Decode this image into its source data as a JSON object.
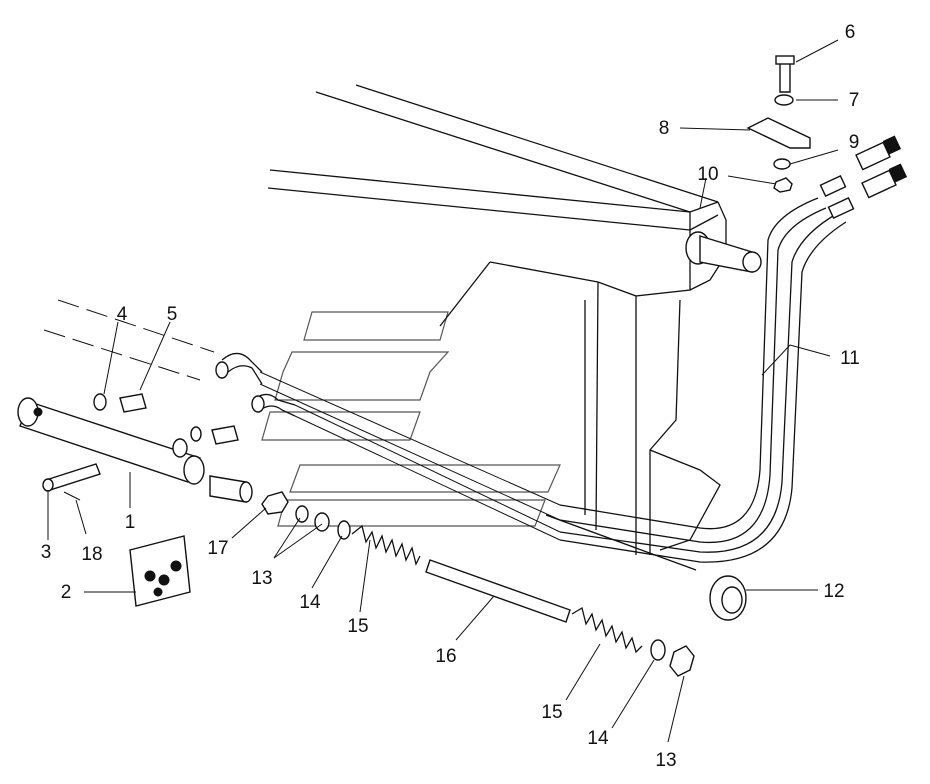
{
  "callouts": [
    {
      "id": "c1",
      "text": "1"
    },
    {
      "id": "c2",
      "text": "2"
    },
    {
      "id": "c3",
      "text": "3"
    },
    {
      "id": "c4",
      "text": "4"
    },
    {
      "id": "c5",
      "text": "5"
    },
    {
      "id": "c6",
      "text": "6"
    },
    {
      "id": "c7",
      "text": "7"
    },
    {
      "id": "c8",
      "text": "8"
    },
    {
      "id": "c9",
      "text": "9"
    },
    {
      "id": "c10",
      "text": "10"
    },
    {
      "id": "c11",
      "text": "11"
    },
    {
      "id": "c12",
      "text": "12"
    },
    {
      "id": "c13a",
      "text": "13"
    },
    {
      "id": "c13b",
      "text": "13"
    },
    {
      "id": "c14a",
      "text": "14"
    },
    {
      "id": "c14b",
      "text": "14"
    },
    {
      "id": "c15a",
      "text": "15"
    },
    {
      "id": "c15b",
      "text": "15"
    },
    {
      "id": "c16",
      "text": "16"
    },
    {
      "id": "c17",
      "text": "17"
    },
    {
      "id": "c18",
      "text": "18"
    }
  ]
}
